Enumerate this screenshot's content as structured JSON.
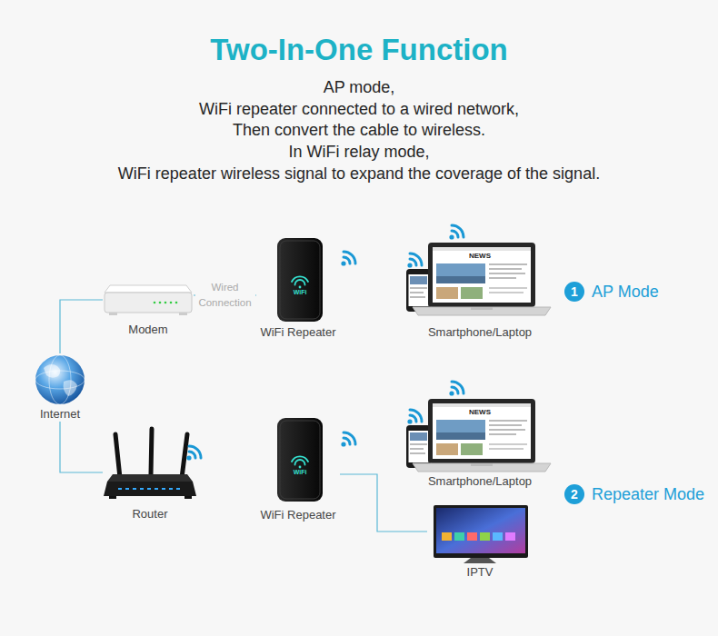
{
  "diagram": {
    "title": "Two-In-One Function",
    "nodes": [
      {
        "text": [
          "Internet"
        ]
      },
      {
        "text": [
          "Modem"
        ]
      },
      {
        "text": [
          "WiFi Repeater"
        ]
      },
      {
        "text": [
          "Smartphone/Laptop"
        ]
      },
      {
        "text": [
          "Router"
        ]
      },
      {
        "text": [
          "WiFi Repeater"
        ]
      },
      {
        "text": [
          "Smartphone/Laptop"
        ]
      },
      {
        "text": [
          "IPTV"
        ]
      }
    ],
    "edges": [
      {
        "from": 0,
        "to": 1,
        "arrow": "none"
      },
      {
        "from": 0,
        "to": 4,
        "arrow": "none"
      },
      {
        "from": 1,
        "to": 2,
        "label": "Wired Connection",
        "arrow": "none"
      },
      {
        "from": 5,
        "to": 7,
        "arrow": "none"
      }
    ],
    "labels": [
      "AP mode,",
      "WiFi repeater connected to a wired network,",
      "Then convert the cable to wireless.",
      "In WiFi relay mode,",
      "WiFi repeater wireless signal to expand the coverage of the signal.",
      "1",
      "AP Mode",
      "2",
      "Repeater Mode",
      "WiFi",
      "WiFi",
      "NEWS",
      "NEWS"
    ]
  }
}
